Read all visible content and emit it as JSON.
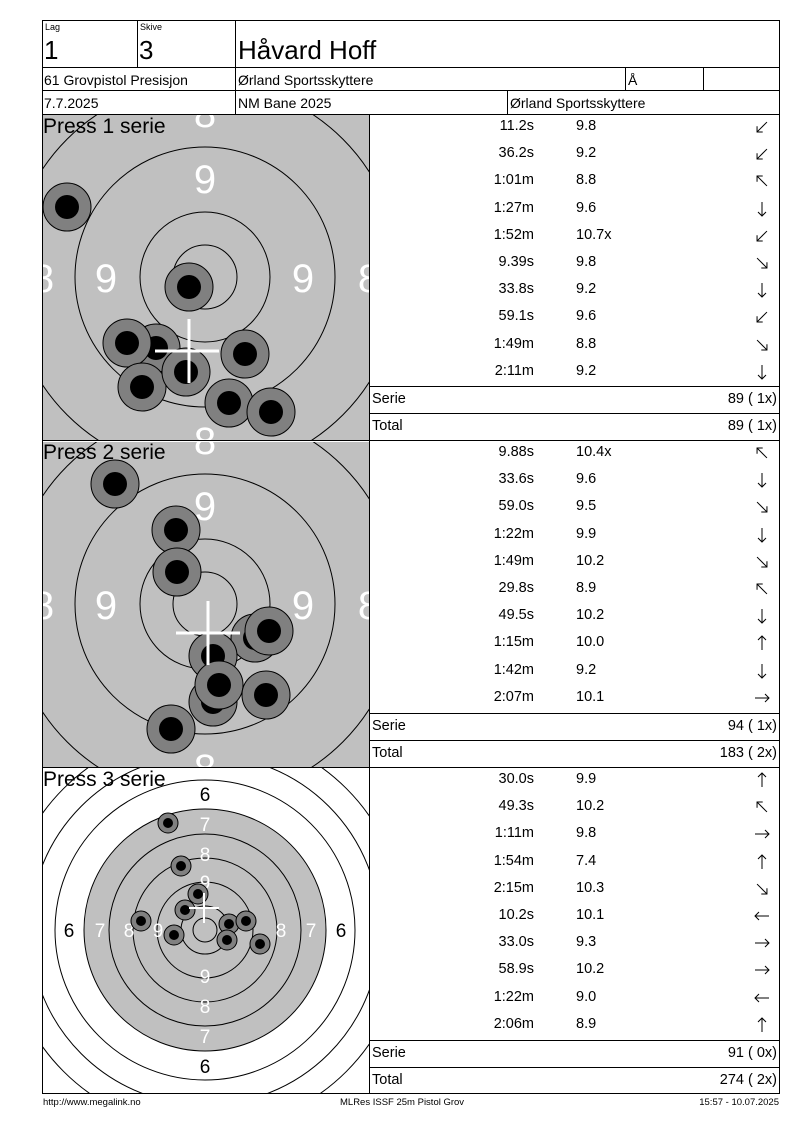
{
  "header": {
    "lag_label": "Lag",
    "lag_value": "1",
    "skive_label": "Skive",
    "skive_value": "3",
    "shooter_name": "Håvard Hoff",
    "class_name": "61 Grovpistol Presisjon",
    "club": "Ørland Sportsskyttere",
    "letter": "Å",
    "date": "7.7.2025",
    "event": "NM Bane 2025",
    "club2": "Ørland Sportsskyttere"
  },
  "series": [
    {
      "title": "Press 1 serie",
      "target_style": "zoomed-gray",
      "shots": [
        {
          "time": "11.2s",
          "score": "9.8",
          "direction": "down-left"
        },
        {
          "time": "36.2s",
          "score": "9.2",
          "direction": "down-left"
        },
        {
          "time": "1:01m",
          "score": "8.8",
          "direction": "up-left"
        },
        {
          "time": "1:27m",
          "score": "9.6",
          "direction": "down"
        },
        {
          "time": "1:52m",
          "score": "10.7x",
          "direction": "down-left"
        },
        {
          "time": "9.39s",
          "score": "9.8",
          "direction": "down-right"
        },
        {
          "time": "33.8s",
          "score": "9.2",
          "direction": "down"
        },
        {
          "time": "59.1s",
          "score": "9.6",
          "direction": "down-left"
        },
        {
          "time": "1:49m",
          "score": "8.8",
          "direction": "down-right"
        },
        {
          "time": "2:11m",
          "score": "9.2",
          "direction": "down"
        }
      ],
      "serie_label": "Serie",
      "serie_value": "89 ( 1x)",
      "total_label": "Total",
      "total_value": "89 ( 1x)",
      "ring_labels": [
        "9",
        "9",
        "9",
        "8",
        "8",
        "8",
        "8"
      ]
    },
    {
      "title": "Press 2 serie",
      "target_style": "zoomed-gray",
      "shots": [
        {
          "time": "9.88s",
          "score": "10.4x",
          "direction": "up-left"
        },
        {
          "time": "33.6s",
          "score": "9.6",
          "direction": "down"
        },
        {
          "time": "59.0s",
          "score": "9.5",
          "direction": "down-right"
        },
        {
          "time": "1:22m",
          "score": "9.9",
          "direction": "down"
        },
        {
          "time": "1:49m",
          "score": "10.2",
          "direction": "down-right"
        },
        {
          "time": "29.8s",
          "score": "8.9",
          "direction": "up-left"
        },
        {
          "time": "49.5s",
          "score": "10.2",
          "direction": "down"
        },
        {
          "time": "1:15m",
          "score": "10.0",
          "direction": "up"
        },
        {
          "time": "1:42m",
          "score": "9.2",
          "direction": "down"
        },
        {
          "time": "2:07m",
          "score": "10.1",
          "direction": "right"
        }
      ],
      "serie_label": "Serie",
      "serie_value": "94 ( 1x)",
      "total_label": "Total",
      "total_value": "183 ( 2x)",
      "ring_labels": [
        "9",
        "9",
        "9",
        "8",
        "8",
        "8",
        "8"
      ]
    },
    {
      "title": "Press 3 serie",
      "target_style": "full",
      "shots": [
        {
          "time": "30.0s",
          "score": "9.9",
          "direction": "up"
        },
        {
          "time": "49.3s",
          "score": "10.2",
          "direction": "up-left"
        },
        {
          "time": "1:11m",
          "score": "9.8",
          "direction": "right"
        },
        {
          "time": "1:54m",
          "score": "7.4",
          "direction": "up"
        },
        {
          "time": "2:15m",
          "score": "10.3",
          "direction": "down-right"
        },
        {
          "time": "10.2s",
          "score": "10.1",
          "direction": "left"
        },
        {
          "time": "33.0s",
          "score": "9.3",
          "direction": "right"
        },
        {
          "time": "58.9s",
          "score": "10.2",
          "direction": "right"
        },
        {
          "time": "1:22m",
          "score": "9.0",
          "direction": "left"
        },
        {
          "time": "2:06m",
          "score": "8.9",
          "direction": "up"
        }
      ],
      "serie_label": "Serie",
      "serie_value": "91 ( 0x)",
      "total_label": "Total",
      "total_value": "274 ( 2x)",
      "ring_labels": [
        "6",
        "7",
        "8",
        "9",
        "9",
        "8",
        "7",
        "6",
        "6",
        "7",
        "8",
        "9",
        "8",
        "7",
        "6"
      ]
    }
  ],
  "footer": {
    "left": "http://www.megalink.no",
    "center": "MLRes ISSF 25m Pistol Grov",
    "right": "15:57 - 10.07.2025"
  },
  "colors": {
    "target_gray": "#c0c0c0",
    "shot_outer": "#808080",
    "shot_inner": "#000000",
    "crosshair": "#ffffff"
  }
}
